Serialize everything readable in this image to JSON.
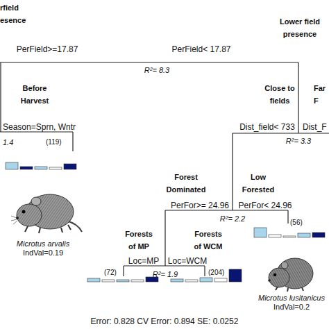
{
  "diagram": {
    "labels": [
      "rfield esence",
      "PerField>=17.87",
      "R²= 8.3",
      "PerField< 17.87",
      "Lower field presence",
      "Before Harvest",
      "Close to fields",
      "Far F",
      "Season=Sprn, Wntr",
      "Dist_field< 733",
      "Dist_F",
      "1.4",
      "(119)",
      "R²= 3.3",
      "Forest Dominated",
      "Low Forested",
      "PerFor>= 24.96",
      "PerFor< 24.96",
      "R²= 2.2",
      "(56)",
      "Microtus arvalis",
      "IndVal=0.19",
      "Forests of MP",
      "Forests of WCM",
      "Loc=MP",
      "Loc=WCM",
      "R²= 1.9",
      "(72)",
      "(204)",
      "Microtus lusitanicus",
      "IndVal=0.2",
      "Error: 0.828 CV Error: 0.894 SE: 0.0252"
    ]
  }
}
